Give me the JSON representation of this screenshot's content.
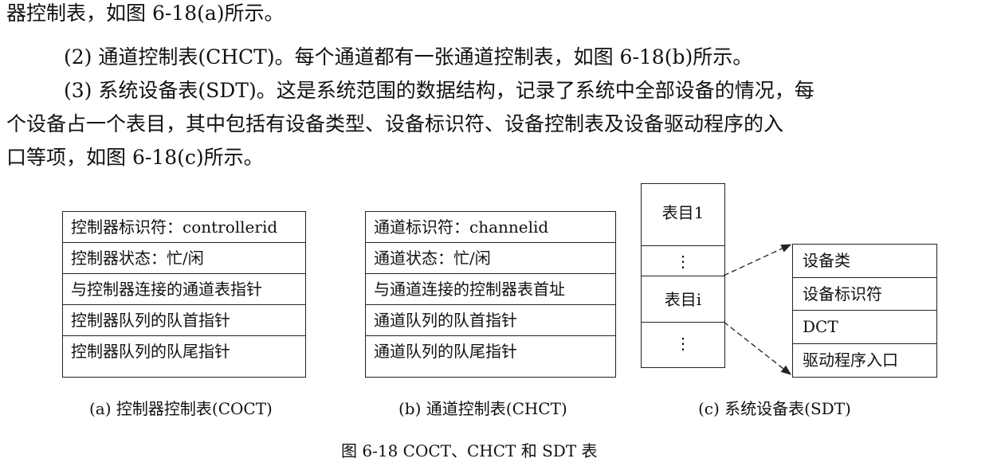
{
  "text": {
    "para0": "器控制表，如图 6-18(a)所示。",
    "para1": "(2) 通道控制表(CHCT)。每个通道都有一张通道控制表，如图 6-18(b)所示。",
    "para2": "(3) 系统设备表(SDT)。这是系统范围的数据结构，记录了系统中全部设备的情况，每",
    "para3": "个设备占一个表目，其中包括有设备类型、设备标识符、设备控制表及设备驱动程序的入",
    "para4": "口等项，如图 6-18(c)所示。"
  },
  "figure": {
    "coct": {
      "rows": [
        "控制器标识符：controllerid",
        "控制器状态：忙/闲",
        "与控制器连接的通道表指针",
        "控制器队列的队首指针",
        "控制器队列的队尾指针"
      ],
      "caption": "(a) 控制器控制表(COCT)"
    },
    "chct": {
      "rows": [
        "通道标识符：channelid",
        "通道状态：忙/闲",
        "与通道连接的控制器表首址",
        "通道队列的队首指针",
        "通道队列的队尾指针"
      ],
      "caption": "(b) 通道控制表(CHCT)"
    },
    "sdt": {
      "cells": [
        "表目1",
        "⋮",
        "表目i",
        "⋮"
      ],
      "entry_fields": [
        "设备类",
        "设备标识符",
        "DCT",
        "驱动程序入口"
      ],
      "caption": "(c) 系统设备表(SDT)"
    },
    "title": "图 6-18   COCT、CHCT 和 SDT 表"
  }
}
